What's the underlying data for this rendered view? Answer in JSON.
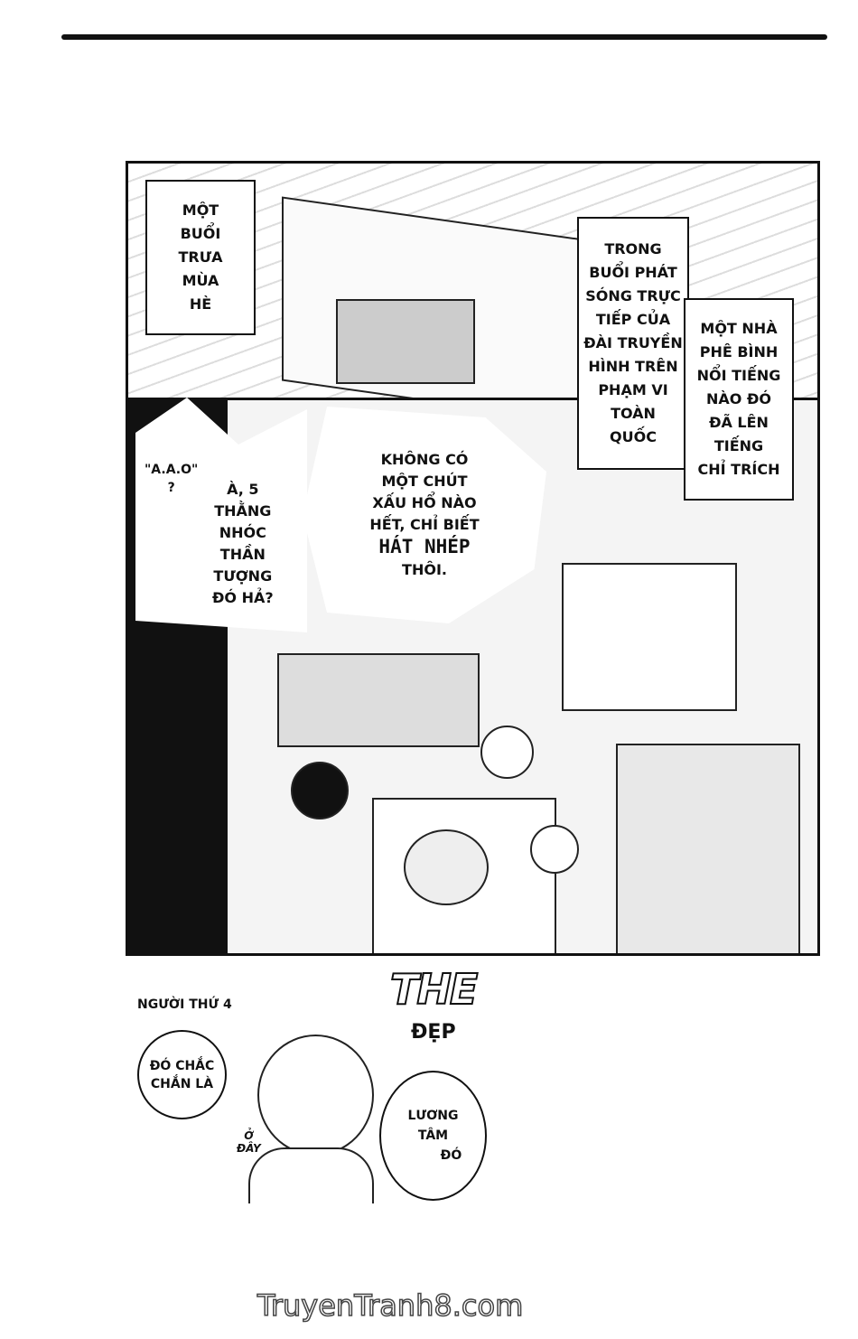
{
  "panel1": {
    "caption_left": [
      "MỘT",
      "BUỔI",
      "TRƯA",
      "MÙA",
      "HÈ"
    ],
    "caption_right_a": [
      "TRONG",
      "BUỔI PHÁT",
      "SÓNG TRỰC",
      "TIẾP CỦA",
      "ĐÀI TRUYỀN",
      "HÌNH TRÊN",
      "PHẠM VI",
      "TOÀN",
      "QUỐC"
    ],
    "caption_right_b": [
      "MỘT NHÀ",
      "PHÊ BÌNH",
      "NỔI TIẾNG",
      "NÀO ĐÓ",
      "ĐÃ LÊN",
      "TIẾNG",
      "CHỈ TRÍCH"
    ]
  },
  "panel2": {
    "bubble_aao": [
      "\"A.A.O\"",
      "?"
    ],
    "bubble_idols": [
      "À, 5",
      "THẰNG",
      "NHÓC",
      "THẦN",
      "TƯỢNG",
      "ĐÓ HẢ?"
    ],
    "bubble_critic": [
      "KHÔNG CÓ",
      "MỘT CHÚT",
      "XẤU HỔ NÀO",
      "HẾT, CHỈ BIẾT"
    ],
    "bubble_critic_emph": "HÁT NHÉP",
    "bubble_critic_end": "THÔI."
  },
  "bottom": {
    "label": "NGƯỜI THỨ 4",
    "title_the": "THE",
    "title_dep": "ĐẸP",
    "bubble_left": [
      "ĐÓ CHẮC",
      "CHẮN LÀ"
    ],
    "aside": [
      "Ở",
      "ĐÂY"
    ],
    "bubble_right": [
      "LƯƠNG",
      "TÂM",
      "ĐÓ"
    ]
  },
  "watermark": "TruyenTranh8.com"
}
